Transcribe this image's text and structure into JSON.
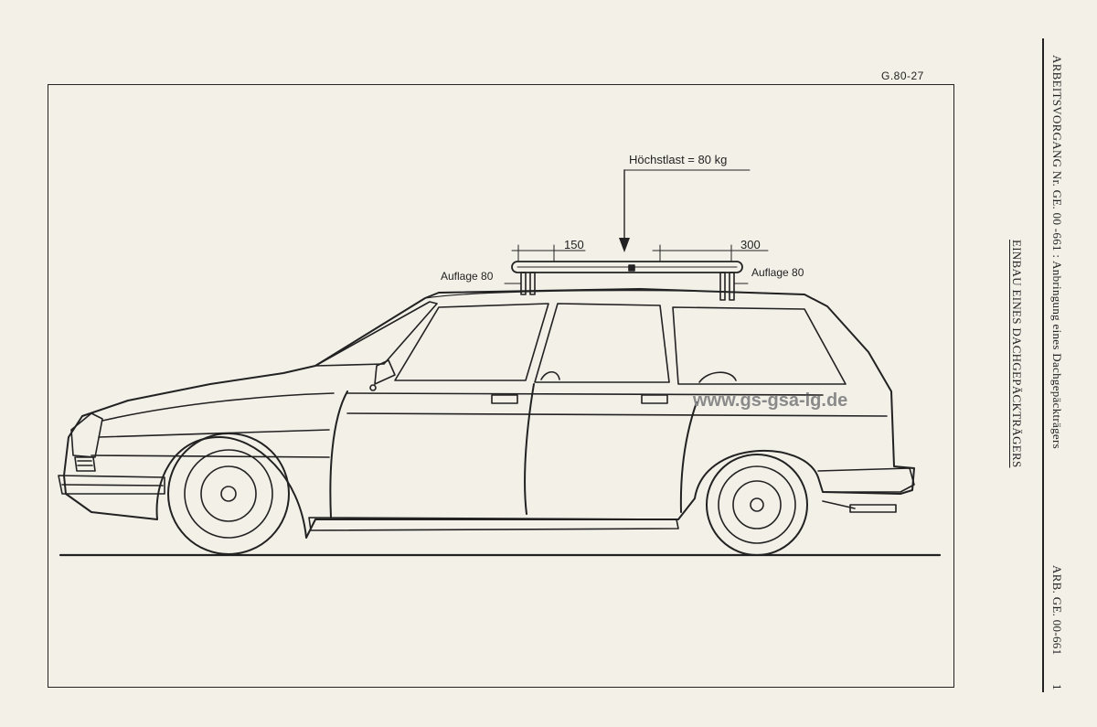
{
  "document": {
    "figure_code": "G.80-27",
    "operation_title": "ARBEITSVORGANG Nr. GE. 00 -661 : Anbringung eines Dachgepäckträgers",
    "subtitle": "EINBAU EINES DACHGEPÄCKTRÄGERS",
    "operation_short": "ARB. GE. 00-661",
    "page_number": "1"
  },
  "drawing": {
    "max_load_label": "Höchstlast = 80 kg",
    "dim_front": "150",
    "dim_rear": "300",
    "support_front": "Auflage 80",
    "support_rear": "Auflage 80",
    "watermark": "www.gs-gsa-ig.de"
  },
  "colors": {
    "ink": "#222222",
    "paper": "#f3f0e8",
    "watermark": "#8a8a8a"
  }
}
